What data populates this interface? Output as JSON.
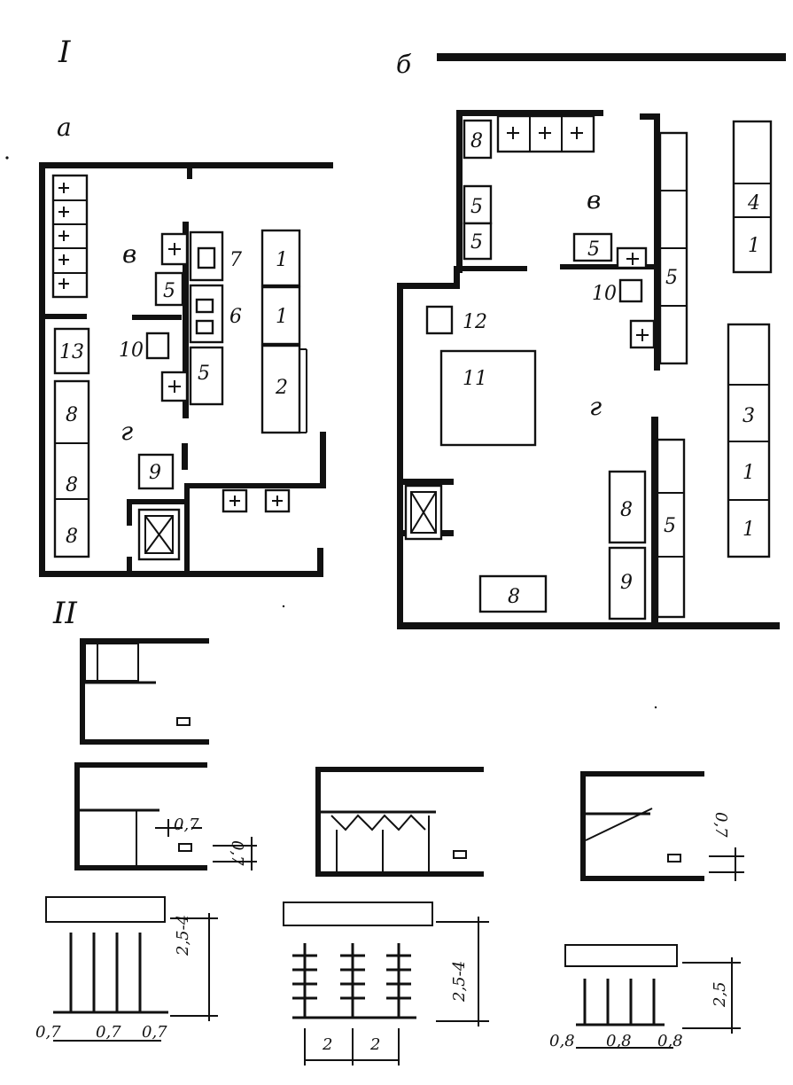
{
  "figure": {
    "part_labels": {
      "part1": "I",
      "part2": "II"
    },
    "plan_labels": {
      "a": "а",
      "b": "б"
    },
    "zone_labels": {
      "v": "в",
      "g": "г"
    },
    "plan_a_numbers": [
      "7",
      "5",
      "6",
      "10",
      "5",
      "1",
      "1",
      "2",
      "13",
      "8",
      "8",
      "8",
      "9"
    ],
    "plan_b_numbers": [
      "8",
      "5",
      "5",
      "5",
      "10",
      "5",
      "4",
      "1",
      "12",
      "11",
      "3",
      "1",
      "1",
      "8",
      "5",
      "9",
      "8"
    ],
    "dimensions": {
      "d07": "0,7",
      "d08": "0,8",
      "d2": "2",
      "d25": "2,5",
      "d254": "2,5-4"
    }
  }
}
